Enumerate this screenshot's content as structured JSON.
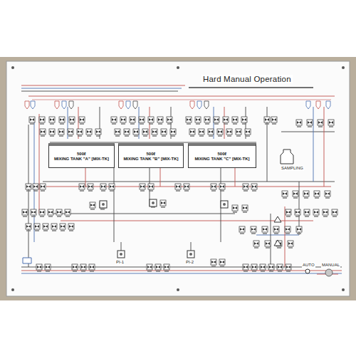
{
  "diagram": {
    "title": "Hard Manual Operation",
    "nodes": [
      {
        "text": [
          "500ℓ",
          "MIXING TANK \"A\" [MIX-TK]"
        ]
      },
      {
        "text": [
          "500ℓ",
          "MIXING TANK \"B\" [MIX-TK]"
        ]
      },
      {
        "text": [
          "500ℓ",
          "MIXING TANK \"C\" [MIX-TK]"
        ]
      }
    ],
    "labels": [
      "SAMPLING",
      "PI-1",
      "PI-2",
      "AUTO",
      "MANUAL"
    ]
  }
}
